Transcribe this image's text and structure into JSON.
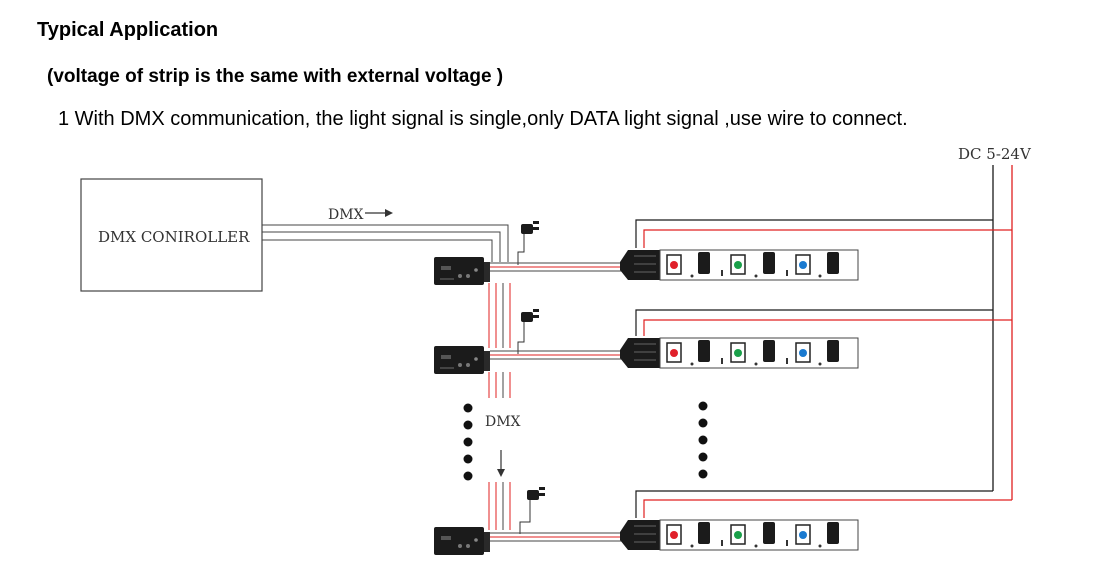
{
  "heading": "Typical Application",
  "subheading": "(voltage of strip is the same with external voltage )",
  "instruction": "1 With DMX communication, the light signal is single,only DATA light signal ,use wire to connect.",
  "diagram": {
    "power_label": "DC 5-24V",
    "controller_label": "DMX CONIROLLER",
    "dmx_label_top": "DMX",
    "dmx_label_middle": "DMX",
    "colors": {
      "line": "#1a1a1a",
      "power_positive": "#e02020",
      "led_red": "#e0202a",
      "led_green": "#1aa04a",
      "led_blue": "#1a7ad0",
      "decoder_body": "#1b1b1b"
    }
  }
}
